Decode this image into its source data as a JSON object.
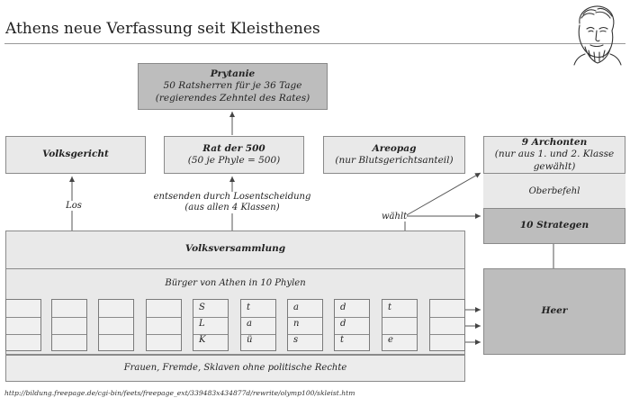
{
  "title": "Athens neue Verfassung seit Kleisthenes",
  "prytanie": {
    "title": "Prytanie",
    "line1": "50 Ratsherren für je 36 Tage",
    "line2": "(regierendes Zehntel des Rates)"
  },
  "volksgericht": {
    "title": "Volksgericht"
  },
  "rat": {
    "title": "Rat der 500",
    "sub": "(50 je Phyle = 500)"
  },
  "areopag": {
    "title": "Areopag",
    "sub": "(nur Blutsgerichtsanteil)"
  },
  "archonten": {
    "title": "9 Archonten",
    "sub": "(nur aus 1. und 2. Klasse gewählt)"
  },
  "oberbefehl": "Oberbefehl",
  "strategen": {
    "title": "10 Strategen"
  },
  "heer": {
    "title": "Heer"
  },
  "volksversammlung": {
    "title": "Volksversammlung"
  },
  "buerger": "Bürger von Athen in 10 Phylen",
  "frauen": "Frauen, Fremde, Sklaven ohne politische Rechte",
  "labels": {
    "los": "Los",
    "entsenden1": "entsenden durch Losentscheidung",
    "entsenden2": "(aus allen 4 Klassen)",
    "waehlt": "wählt"
  },
  "phyle_letters": [
    [
      "S",
      "L",
      "K"
    ],
    [
      "t",
      "a",
      "ü"
    ],
    [
      "a",
      "n",
      "s"
    ],
    [
      "d",
      "d",
      "t"
    ],
    [
      "t",
      "",
      "e"
    ]
  ],
  "url": "http://bildung.freepage.de/cgi-bin/feets/freepage_ext/339483x434877d/rewrite/olymp100/skleist.htm"
}
